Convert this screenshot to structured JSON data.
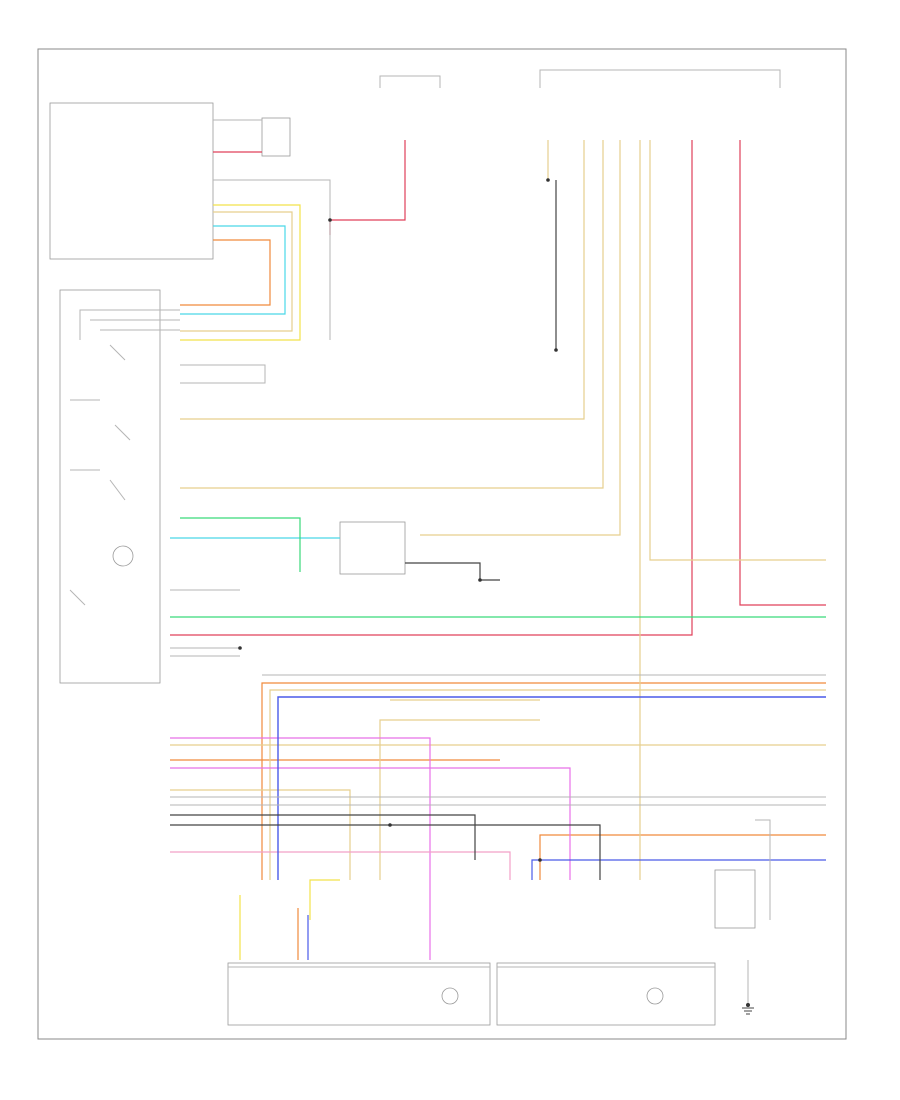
{
  "diagram": {
    "footer_code": "",
    "components": [
      {
        "id": "upper-left-module",
        "label": ""
      },
      {
        "id": "blower-module-assembly",
        "label": ""
      },
      {
        "id": "top-fuse-block-left",
        "label": ""
      },
      {
        "id": "top-fuse-block-right",
        "label": ""
      },
      {
        "id": "pressure-switch",
        "label": ""
      },
      {
        "id": "mode-actuator",
        "label": ""
      },
      {
        "id": "front-hvac-unit",
        "label": ""
      },
      {
        "id": "rear-hvac-unit",
        "label": ""
      },
      {
        "id": "ground",
        "label": ""
      }
    ],
    "colors": {
      "red": "#e0405a",
      "orange": "#f08a3c",
      "yellow": "#f2e24a",
      "tan": "#e6cf8e",
      "cyan": "#4ad8e8",
      "green": "#39d97a",
      "magenta": "#e870e8",
      "blue": "#4a5ae8",
      "pink": "#f2a0c8",
      "gray": "#b5b5b5",
      "dark": "#444444"
    }
  }
}
